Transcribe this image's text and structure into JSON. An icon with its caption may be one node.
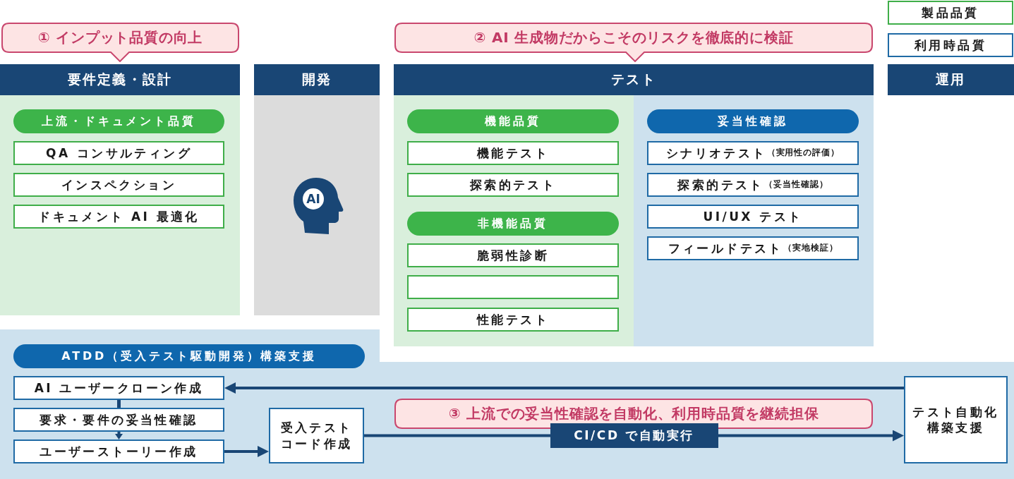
{
  "diagram": {
    "nodes": [
      {
        "text": [
          "① インプット品質の向上"
        ]
      },
      {
        "text": [
          "要件定義・設計"
        ]
      },
      {
        "text": [
          "上流・ドキュメント品質"
        ],
        "in": 1
      },
      {
        "text": [
          "QA コンサルティング"
        ],
        "in": 1
      },
      {
        "text": [
          "インスペクション"
        ],
        "in": 1
      },
      {
        "text": [
          "ドキュメント AI 最適化"
        ],
        "in": 1
      },
      {
        "text": [
          "開発"
        ]
      },
      {
        "text": [
          "AI"
        ],
        "in": 6
      },
      {
        "text": [
          "② AI 生成物だからこそのリスクを徹底的に検証"
        ]
      },
      {
        "text": [
          "テスト"
        ]
      },
      {
        "text": [
          "機能品質"
        ],
        "in": 9
      },
      {
        "text": [
          "機能テスト"
        ],
        "in": 9
      },
      {
        "text": [
          "探索的テスト"
        ],
        "in": 9
      },
      {
        "text": [
          "非機能品質"
        ],
        "in": 9
      },
      {
        "text": [
          "脆弱性診断"
        ],
        "in": 9
      },
      {
        "text": [],
        "shape": "box",
        "in": 9
      },
      {
        "text": [
          "性能テスト"
        ],
        "in": 9
      },
      {
        "text": [
          "妥当性確認"
        ],
        "in": 9
      },
      {
        "text": [
          "シナリオテスト",
          "（実用性の評価）"
        ],
        "in": 9
      },
      {
        "text": [
          "探索的テスト",
          "（妥当性確認）"
        ],
        "in": 9
      },
      {
        "text": [
          "UI/UX テスト"
        ],
        "in": 9
      },
      {
        "text": [
          "フィールドテスト",
          "（実地検証）"
        ],
        "in": 9
      },
      {
        "text": [
          "運用"
        ]
      },
      {
        "text": [],
        "shape": "box"
      },
      {
        "text": [
          "ATDD（受入テスト駆動開発）構築支援"
        ],
        "in": 23
      },
      {
        "text": [
          "AI ユーザークローン作成"
        ],
        "in": 23
      },
      {
        "text": [
          "要求・要件の妥当性確認"
        ],
        "in": 23
      },
      {
        "text": [
          "ユーザーストーリー作成"
        ],
        "in": 23
      },
      {
        "text": [
          "受入テストコード作成"
        ],
        "in": 23
      },
      {
        "text": [
          "③ 上流での妥当性確認を自動化、利用時品質を継続担保"
        ],
        "in": 23
      },
      {
        "text": [
          "テスト自動化構築支援"
        ],
        "in": 23
      }
    ],
    "edges": [
      {
        "from": 25,
        "to": 26,
        "arrow": "none"
      },
      {
        "from": 26,
        "to": 27,
        "arrow": "to"
      },
      {
        "from": 27,
        "to": 28,
        "arrow": "to"
      },
      {
        "from": 28,
        "to": 30,
        "arrow": "to",
        "label": "CI/CD で自動実行"
      },
      {
        "from": 30,
        "to": 25,
        "arrow": "to"
      }
    ],
    "legend": [
      {
        "text": "製品品質",
        "color": "#3fae49"
      },
      {
        "text": "利用時品質",
        "color": "#1f6aa5"
      }
    ]
  }
}
